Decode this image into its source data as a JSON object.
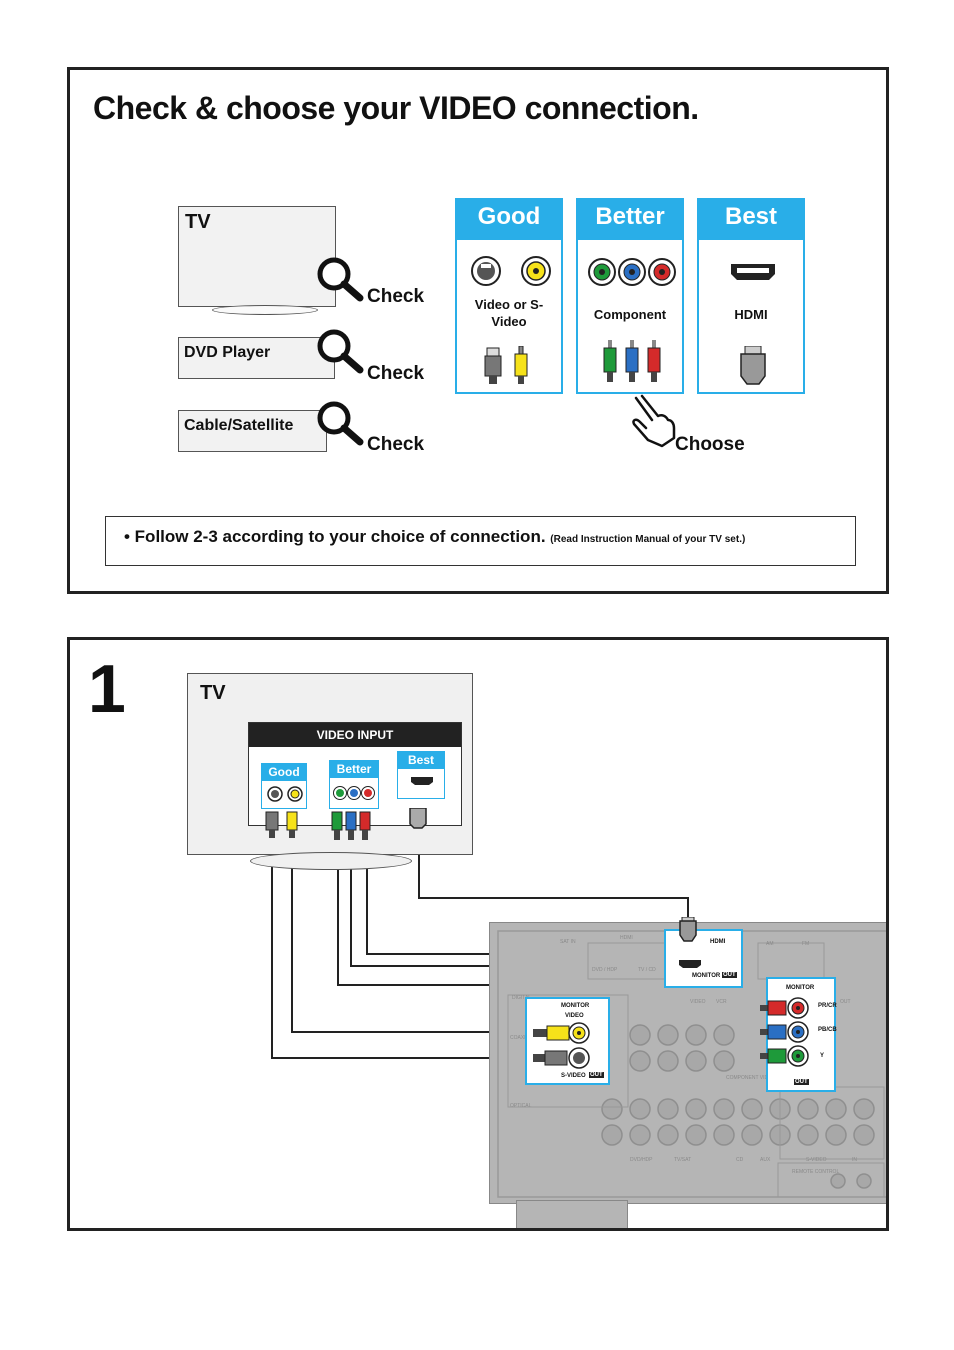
{
  "colors": {
    "accent": "#29aee8",
    "green": "#1e9a3a",
    "blue": "#2a6fc4",
    "red": "#d42a2a",
    "yellow": "#f6e21a"
  },
  "section1": {
    "heading": "Check & choose your VIDEO connection.",
    "devices": [
      {
        "label": "TV",
        "check": "Check"
      },
      {
        "label": "DVD Player",
        "check": "Check"
      },
      {
        "label": "Cable/Satellite",
        "check": "Check"
      }
    ],
    "cards": [
      {
        "title": "Good",
        "name": "Video or S-Video"
      },
      {
        "title": "Better",
        "name": "Component"
      },
      {
        "title": "Best",
        "name": "HDMI"
      }
    ],
    "choose_label": "Choose",
    "note_main": "• Follow 2-3 according to your choice of connection.",
    "note_small": "(Read Instruction Manual of your TV set.)"
  },
  "section2": {
    "step_number": "1",
    "tv_label": "TV",
    "video_input_label": "VIDEO INPUT",
    "mini_cards": [
      "Good",
      "Better",
      "Best"
    ],
    "receiver": {
      "hdmi_callout": {
        "title": "HDMI",
        "monitor": "MONITOR",
        "out": "OUT"
      },
      "video_callout": {
        "monitor": "MONITOR",
        "video": "VIDEO",
        "svideo": "S-VIDEO",
        "out": "OUT"
      },
      "component_callout": {
        "monitor": "MONITOR",
        "pr": "PR/CR",
        "pb": "PB/CB",
        "y": "Y",
        "out": "OUT"
      },
      "ghost_labels": [
        "SAT IN",
        "HDMI",
        "DVD / HDP",
        "TV / CD",
        "AM",
        "FM",
        "DIGITAL",
        "COAXIAL",
        "OPTICAL",
        "VCR",
        "DVD/HDP",
        "CD",
        "AUX",
        "COMPONENT VIDEO",
        "REMOTE CONTROL",
        "TV/SAT",
        "VIDEO",
        "S-VIDEO",
        "IN",
        "OUT"
      ]
    }
  }
}
